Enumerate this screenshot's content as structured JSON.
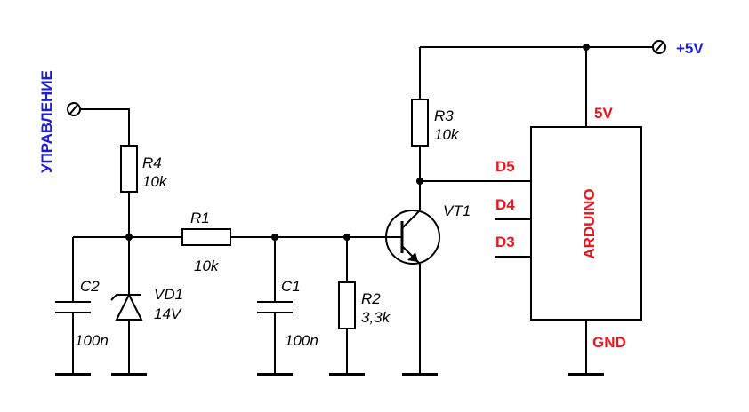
{
  "control_label": "УПРАВЛЕНИЕ",
  "supply_label": "+5V",
  "components": {
    "r1": {
      "ref": "R1",
      "value": "10k"
    },
    "r2": {
      "ref": "R2",
      "value": "3,3k"
    },
    "r3": {
      "ref": "R3",
      "value": "10k"
    },
    "r4": {
      "ref": "R4",
      "value": "10k"
    },
    "c1": {
      "ref": "C1",
      "value": "100n"
    },
    "c2": {
      "ref": "C2",
      "value": "100n"
    },
    "vd1": {
      "ref": "VD1",
      "value": "14V"
    },
    "vt1": {
      "ref": "VT1"
    }
  },
  "arduino": {
    "name": "ARDUINO",
    "pins": {
      "v5": "5V",
      "d5": "D5",
      "d4": "D4",
      "d3": "D3",
      "gnd": "GND"
    }
  },
  "colors": {
    "pin_labels": "#e8171f",
    "control_label": "#1c1ce0",
    "wires": "#000000"
  }
}
